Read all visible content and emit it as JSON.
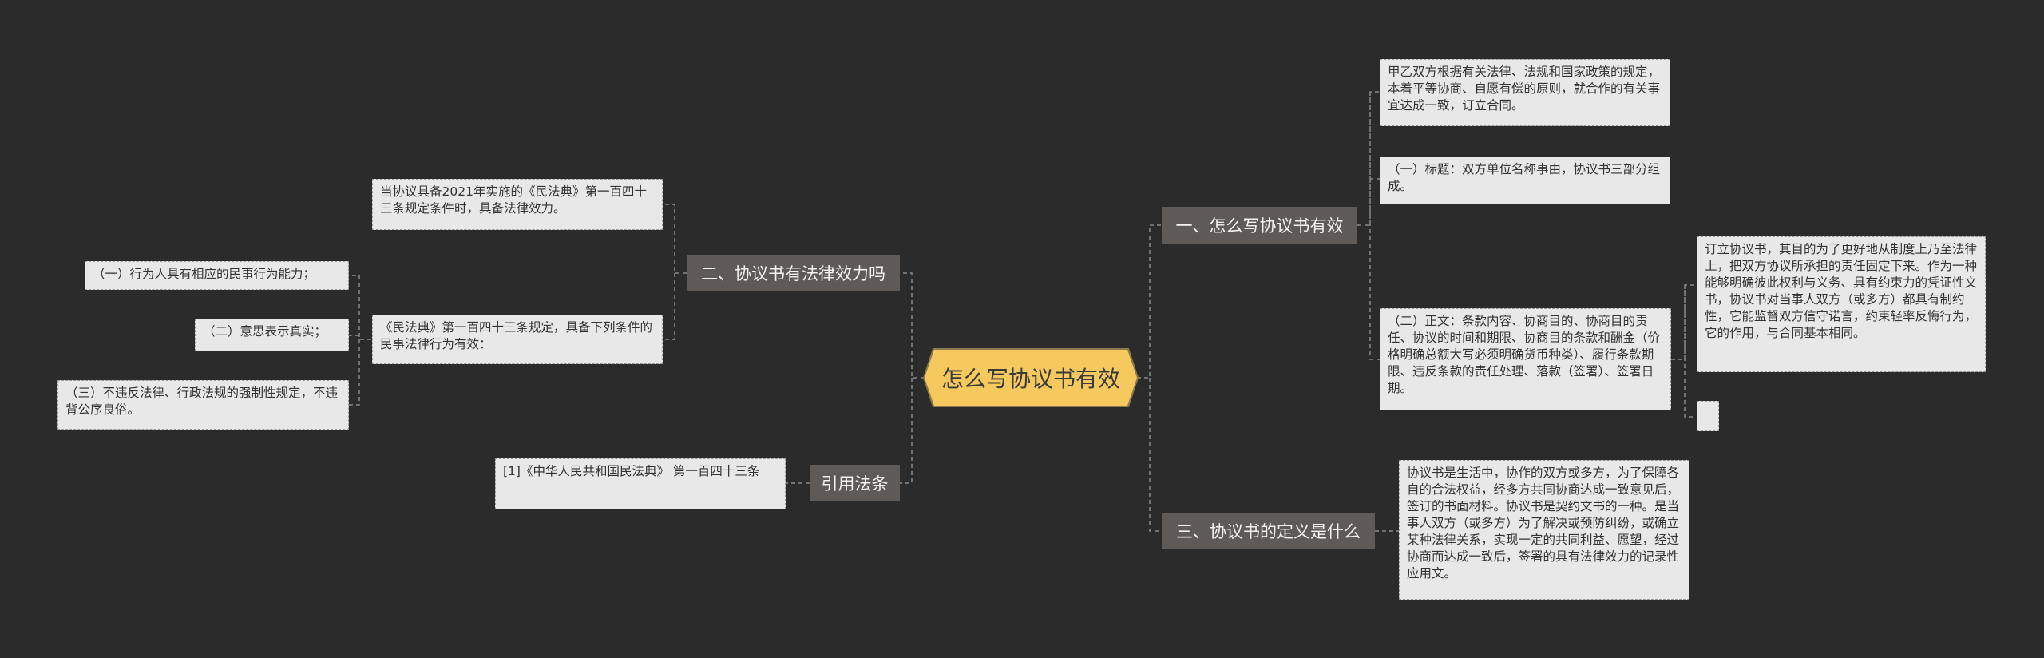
{
  "root": {
    "label": "怎么写协议书有效"
  },
  "branches": [
    {
      "label": "一、怎么写协议书有效"
    },
    {
      "label": "三、协议书的定义是什么"
    },
    {
      "label": "二、协议书有法律效力吗"
    },
    {
      "label": "引用法条"
    }
  ],
  "leaves": {
    "r1_a": "甲乙双方根据有关法律、法规和国家政策的规定，本着平等协商、自愿有偿的原则，就合作的有关事宜达成一致，订立合同。",
    "r1_b": "（一）标题：双方单位名称事由，协议书三部分组成。",
    "r1_c": "（二）正文：条款内容、协商目的、协商目的责任、协议的时间和期限、协商目的条款和酬金（价格明确总额大写必须明确货币种类）、履行条款期限、违反条款的责任处理、落款（签署）、签署日期。",
    "r1_c1": "订立协议书，其目的为了更好地从制度上乃至法律上，把双方协议所承担的责任固定下来。作为一种能够明确彼此权利与义务、具有约束力的凭证性文书，协议书对当事人双方（或多方）都具有制约性，它能监督双方信守诺言，约束轻率反悔行为，它的作用，与合同基本相同。",
    "r1_c2": "",
    "r3_a": "协议书是生活中，协作的双方或多方，为了保障各自的合法权益，经多方共同协商达成一致意见后，签订的书面材料。协议书是契约文书的一种。是当事人双方（或多方）为了解决或预防纠纷，或确立某种法律关系，实现一定的共同利益、愿望，经过协商而达成一致后，签署的具有法律效力的记录性应用文。",
    "l2_a": "当协议具备2021年实施的《民法典》第一百四十三条规定条件时，具备法律效力。",
    "l2_b": "《民法典》第一百四十三条规定，具备下列条件的民事法律行为有效：",
    "l2_b1": "（一）行为人具有相应的民事行为能力；",
    "l2_b2": "（二）意思表示真实；",
    "l2_b3": "（三）不违反法律、行政法规的强制性规定，不违背公序良俗。",
    "l4_a": "[1]《中华人民共和国民法典》 第一百四十三条"
  },
  "colors": {
    "background": "#2b2b2b",
    "root_fill": "#f5c95e",
    "branch_fill": "#5e5a58",
    "leaf_fill": "#e8e8e8",
    "connector": "#8a8a8a"
  }
}
